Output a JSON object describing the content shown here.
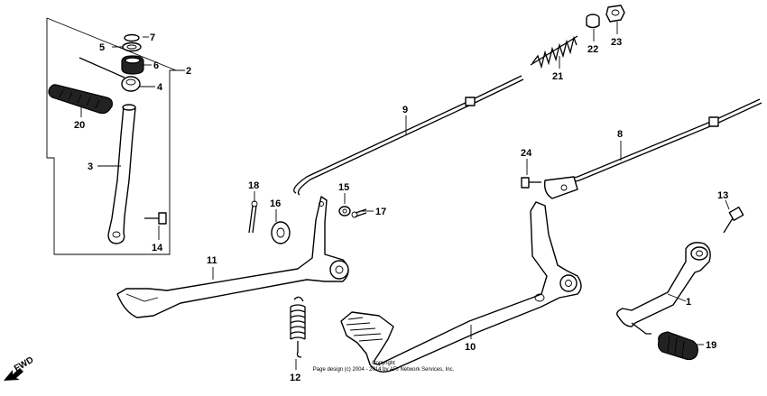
{
  "diagram": {
    "callouts": [
      "1",
      "2",
      "3",
      "4",
      "5",
      "6",
      "7",
      "8",
      "9",
      "10",
      "11",
      "12",
      "13",
      "14",
      "15",
      "16",
      "17",
      "18",
      "19",
      "20",
      "21",
      "22",
      "23",
      "24"
    ],
    "direction_label": "FWD",
    "copyright_heading": "Copyright",
    "copyright_text": "Page design (c) 2004 - 2014 by ARI Network Services, Inc."
  }
}
